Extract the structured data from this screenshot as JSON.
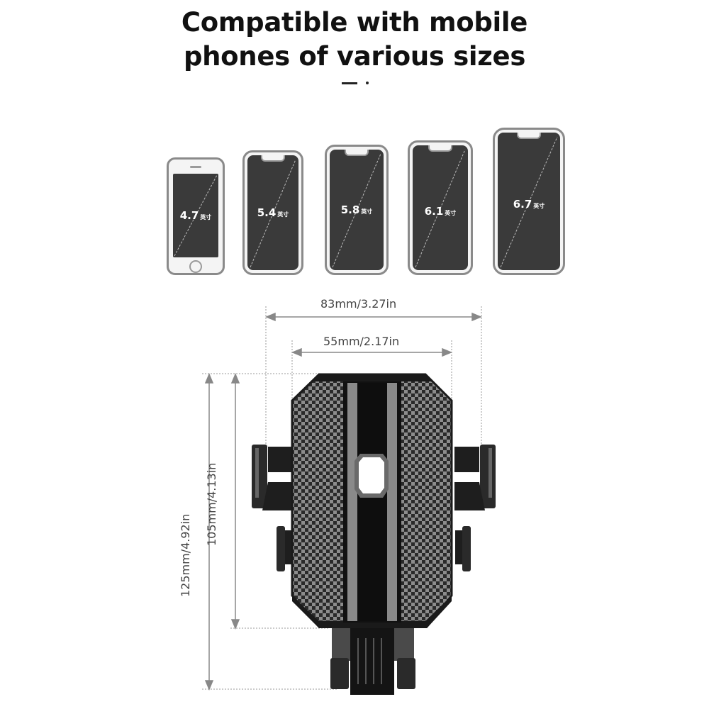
{
  "header": {
    "title_line1": "Compatible with mobile",
    "title_line2": "phones of various sizes"
  },
  "phones": [
    {
      "size": "4.7",
      "unit": "英寸",
      "model": "home-button"
    },
    {
      "size": "5.4",
      "unit": "英寸",
      "model": "notch"
    },
    {
      "size": "5.8",
      "unit": "英寸",
      "model": "notch"
    },
    {
      "size": "6.1",
      "unit": "英寸",
      "model": "notch"
    },
    {
      "size": "6.7",
      "unit": "英寸",
      "model": "notch"
    }
  ],
  "dimensions": {
    "outer_width": "83mm/3.27in",
    "inner_width": "55mm/2.17in",
    "total_height": "125mm/4.92in",
    "clamp_height": "105mm/4.13in"
  },
  "colors": {
    "text": "#111111",
    "dimension_text": "#444444",
    "phone_screen": "#3a3a3a",
    "holder_body": "#2a2a2a"
  }
}
